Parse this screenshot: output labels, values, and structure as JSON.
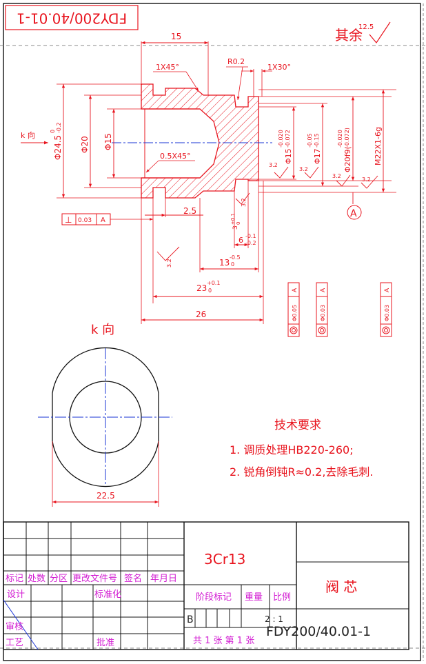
{
  "title_block_top": "FDY200/40.01-1",
  "roughness_note": {
    "label": "其余",
    "value": "12.5"
  },
  "dims": {
    "d15_top": "15",
    "chamfer_left": "1X45°",
    "radius": "R0.2",
    "chamfer_right": "1X30°",
    "phi24": "Φ24.5",
    "phi24_tol_up": "0",
    "phi24_tol_low": "-0.2",
    "phi20": "Φ20",
    "phi15": "Φ15",
    "chamfer_inner": "0.5X45°",
    "phi15_tol": "Φ15",
    "phi15_tol_up": "-0.020",
    "phi15_tol_low": "-0.072",
    "phi17": "Φ17",
    "phi17_tol_up": "-0.05",
    "phi17_tol_low": "-0.15",
    "phi20f9": "Φ20f9(",
    "phi20f9_up": "-0.020",
    "phi20f9_low": "-0.072)",
    "thread": "M22X1-6g",
    "len_2_5": "2.5",
    "len_13": "13",
    "len_13_tol_up": "-0.5",
    "len_13_tol_low": "0",
    "len_23": "23",
    "len_23_tol_up": "+0.1",
    "len_23_tol_low": "0",
    "len_26": "26",
    "len_6": "6",
    "len_6_tol_up": "-0.1",
    "len_6_tol_low": "-0.2",
    "groove": "3",
    "groove_tol_up": "+0.1",
    "groove_tol_low": "0",
    "rough_32": "3.2",
    "datum": "A",
    "k_arrow": "k 向",
    "k_view": "k  向",
    "d22_5": "22.5"
  },
  "tolerance_frames": [
    {
      "symbol": "⊥",
      "value": "0.03",
      "datum": "A"
    },
    {
      "symbol": "◎",
      "value": "Φ0.05",
      "datum": "A"
    },
    {
      "symbol": "◎",
      "value": "Φ0.03",
      "datum": "A"
    },
    {
      "symbol": "◎",
      "value": "Φ0.03",
      "datum": "A"
    }
  ],
  "tech_requirements": {
    "title": "技术要求",
    "items": [
      "1. 调质处理HB220-260;",
      "2. 锐角倒钝R≈0.2,去除毛刺."
    ]
  },
  "title_block": {
    "material": "3Cr13",
    "part_name": "阀  芯",
    "drawing_no": "FDY200/40.01-1",
    "headers": [
      "标记",
      "处数",
      "分区",
      "更改文件号",
      "签名",
      "年月日"
    ],
    "design": "设计",
    "standard": "标准化",
    "review": "审核",
    "process": "工艺",
    "approve": "批准",
    "stage": "阶段标记",
    "weight": "重量",
    "scale": "比例",
    "stage_value": "B",
    "scale_value": "2 : 1",
    "sheet": "共 1 张  第 1 张"
  }
}
